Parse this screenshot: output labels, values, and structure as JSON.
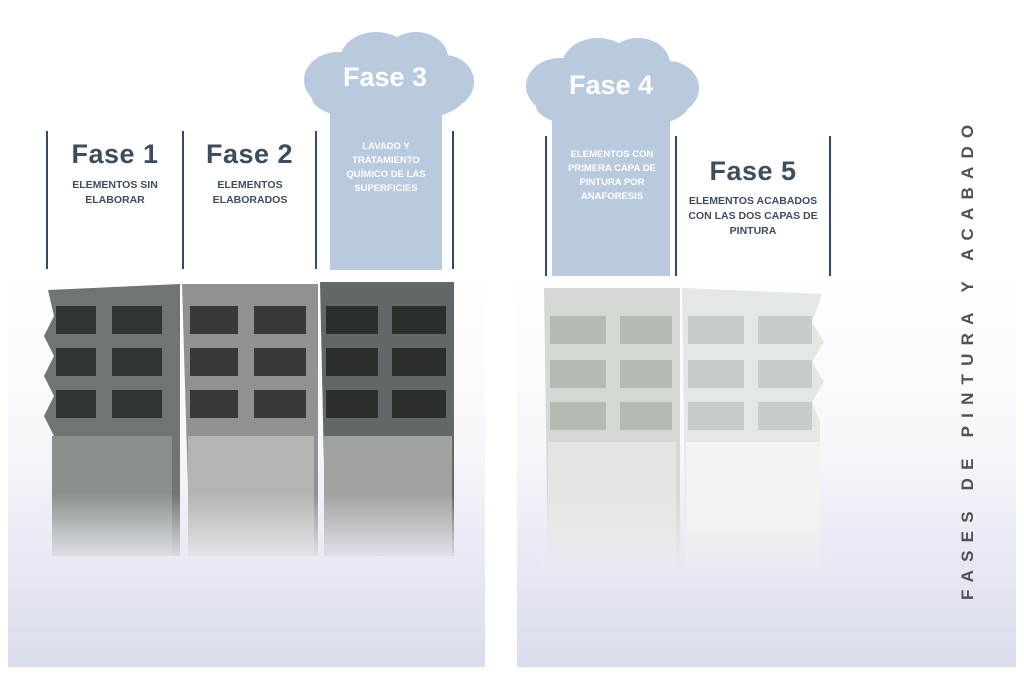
{
  "page_title": "FASES DE PINTURA Y ACABADO",
  "phases": [
    {
      "title": "Fase 1",
      "description": "ELEMENTOS SIN ELABORAR"
    },
    {
      "title": "Fase 2",
      "description": "ELEMENTOS ELABORADOS"
    },
    {
      "title": "Fase 3",
      "description": "LAVADO Y TRATAMIENTO QUÍMICO DE LAS SUPERFICIES"
    },
    {
      "title": "Fase 4",
      "description": "ELEMENTOS CON PRIMERA CAPA DE PINTURA POR ANAFORESIS"
    },
    {
      "title": "Fase 5",
      "description": "ELEMENTOS ACABADOS CON LAS DOS CAPAS DE PINTURA"
    }
  ],
  "colors": {
    "highlight": "#b9c9de",
    "divider": "#2f4a72",
    "text": "#3d4d5e",
    "vertical_title": "#505356"
  }
}
